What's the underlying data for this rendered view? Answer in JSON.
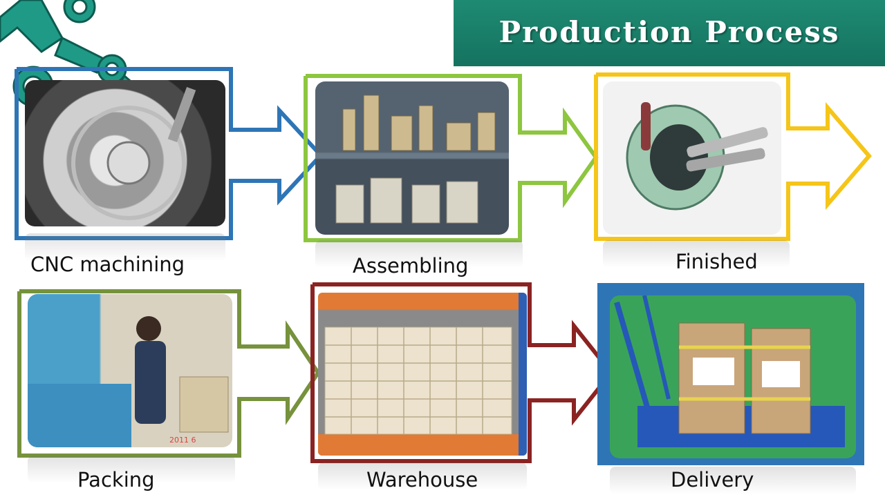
{
  "title": "Production Process",
  "steps": [
    {
      "label": "CNC machining",
      "color": "#2e75b6"
    },
    {
      "label": "Assembling",
      "color": "#8dc63f"
    },
    {
      "label": "Finished",
      "color": "#f5c518"
    },
    {
      "label": "Packing",
      "color": "#76923c"
    },
    {
      "label": "Warehouse",
      "color": "#8b2323"
    },
    {
      "label": "Delivery",
      "color": "#2e75b6"
    }
  ],
  "colors": {
    "banner": "#1a7f6a",
    "gear": "#1f9a86"
  }
}
